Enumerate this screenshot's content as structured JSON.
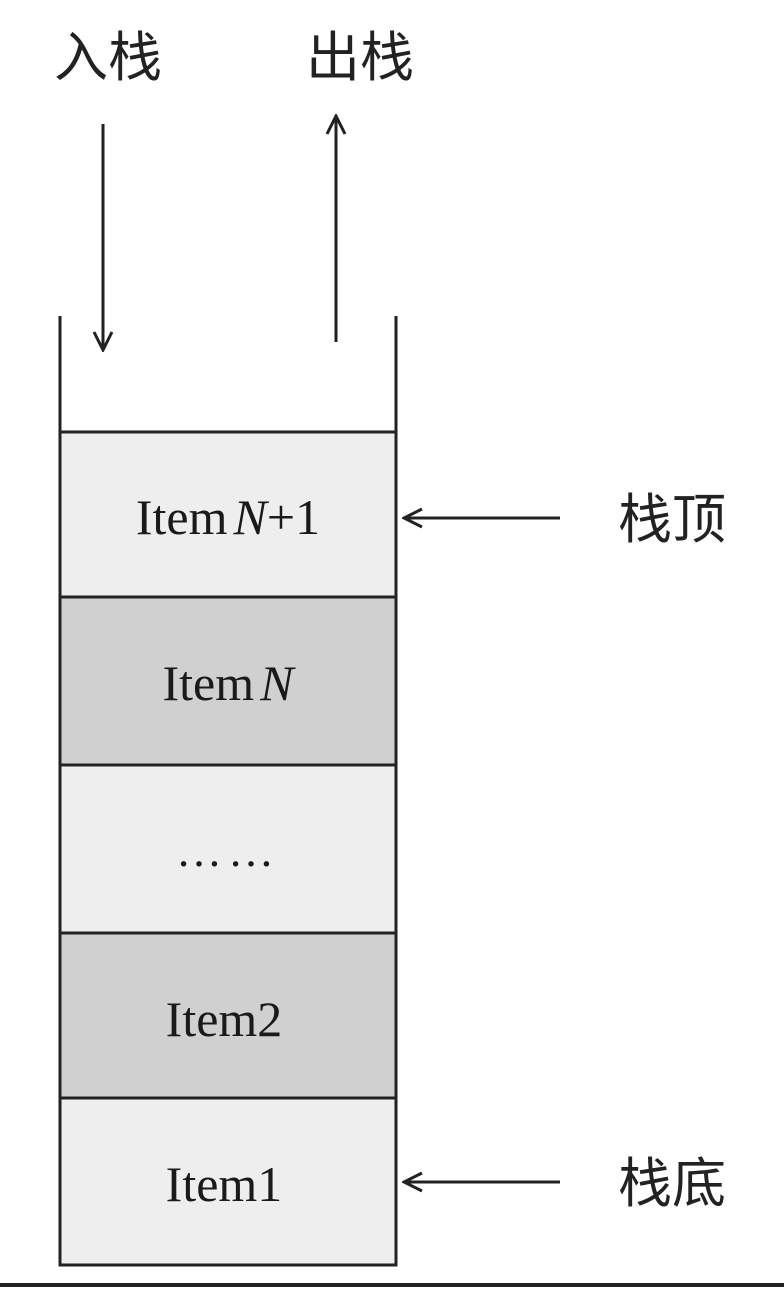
{
  "labels": {
    "push": "入栈",
    "pop": "出栈",
    "top": "栈顶",
    "bottom": "栈底"
  },
  "stack_items": [
    {
      "prefix": "Item",
      "italic": "N",
      "suffix": "+1",
      "shade": "light"
    },
    {
      "prefix": "Item",
      "italic": "N",
      "suffix": "",
      "shade": "dark"
    },
    {
      "prefix": "……",
      "italic": "",
      "suffix": "",
      "shade": "light"
    },
    {
      "prefix": "Item2",
      "italic": "",
      "suffix": "",
      "shade": "dark"
    },
    {
      "prefix": "Item1",
      "italic": "",
      "suffix": "",
      "shade": "light"
    }
  ],
  "colors": {
    "light_cell": "#eeeeee",
    "dark_cell": "#d0d0d0",
    "stroke": "#222222"
  }
}
